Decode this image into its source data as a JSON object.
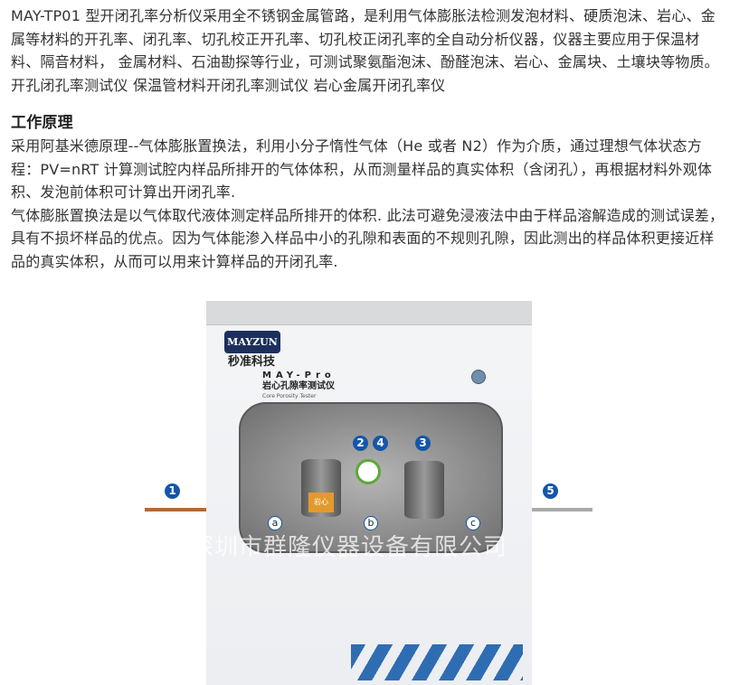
{
  "intro": "MAY-TP01 型开闭孔率分析仪采用全不锈钢金属管路，是利用气体膨胀法检测发泡材料、硬质泡沫、岩心、金属等材料的开孔率、闭孔率、切孔校正开孔率、切孔校正闭孔率的全自动分析仪器，仪器主要应用于保温材料、隔音材料， 金属材料、石油勘探等行业，可测试聚氨酯泡沫、酚醛泡沫、岩心、金属块、土壤块等物质。开孔闭孔率测试仪 保温管材料开闭孔率测试仪 岩心金属开闭孔率仪",
  "section_title": "工作原理",
  "para1": "采用阿基米德原理--气体膨胀置换法，利用小分子惰性气体（He 或者 N2）作为介质，通过理想气体状态方程：PV=nRT 计算测试腔内样品所排开的气体体积，从而测量样品的真实体积（含闭孔），再根据材料外观体积、发泡前体积可计算出开闭孔率.",
  "para2": "气体膨胀置换法是以气体取代液体测定样品所排开的体积. 此法可避免浸液法中由于样品溶解造成的测试误差，具有不损坏样品的优点。因为气体能渗入样品中小的孔隙和表面的不规则孔隙，因此测出的样品体积更接近样品的真实体积，从而可以用来计算样品的开闭孔率.",
  "device": {
    "logo": "MAYZUN",
    "brand": "秒准科技",
    "model": "MAY-Pro",
    "name_cn": "岩心孔隙率测试仪",
    "name_en": "Core Porosity Tester",
    "sample_label": "岩心",
    "steps": [
      "1",
      "2",
      "4",
      "3",
      "5"
    ],
    "valves": [
      "a",
      "b",
      "c"
    ],
    "watermark": "深圳市群隆仪器设备有限公司"
  }
}
